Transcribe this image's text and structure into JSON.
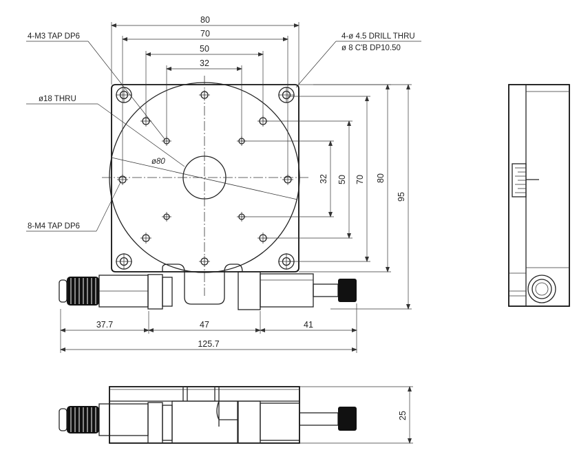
{
  "callouts": {
    "m3_tap": "4-M3 TAP DP6",
    "drill_line1": "4-ø 4.5 DRILL THRU",
    "drill_line2": "ø 8 C'B DP10.50",
    "thru18": "ø18 THRU",
    "m4_tap": "8-M4 TAP DP6",
    "dia80": "ø80"
  },
  "dimensions": {
    "top": [
      "80",
      "70",
      "50",
      "32"
    ],
    "right": [
      "32",
      "50",
      "70",
      "80",
      "95"
    ],
    "bottom": [
      "37.7",
      "47",
      "41"
    ],
    "overall": "125.7",
    "height": "25"
  }
}
